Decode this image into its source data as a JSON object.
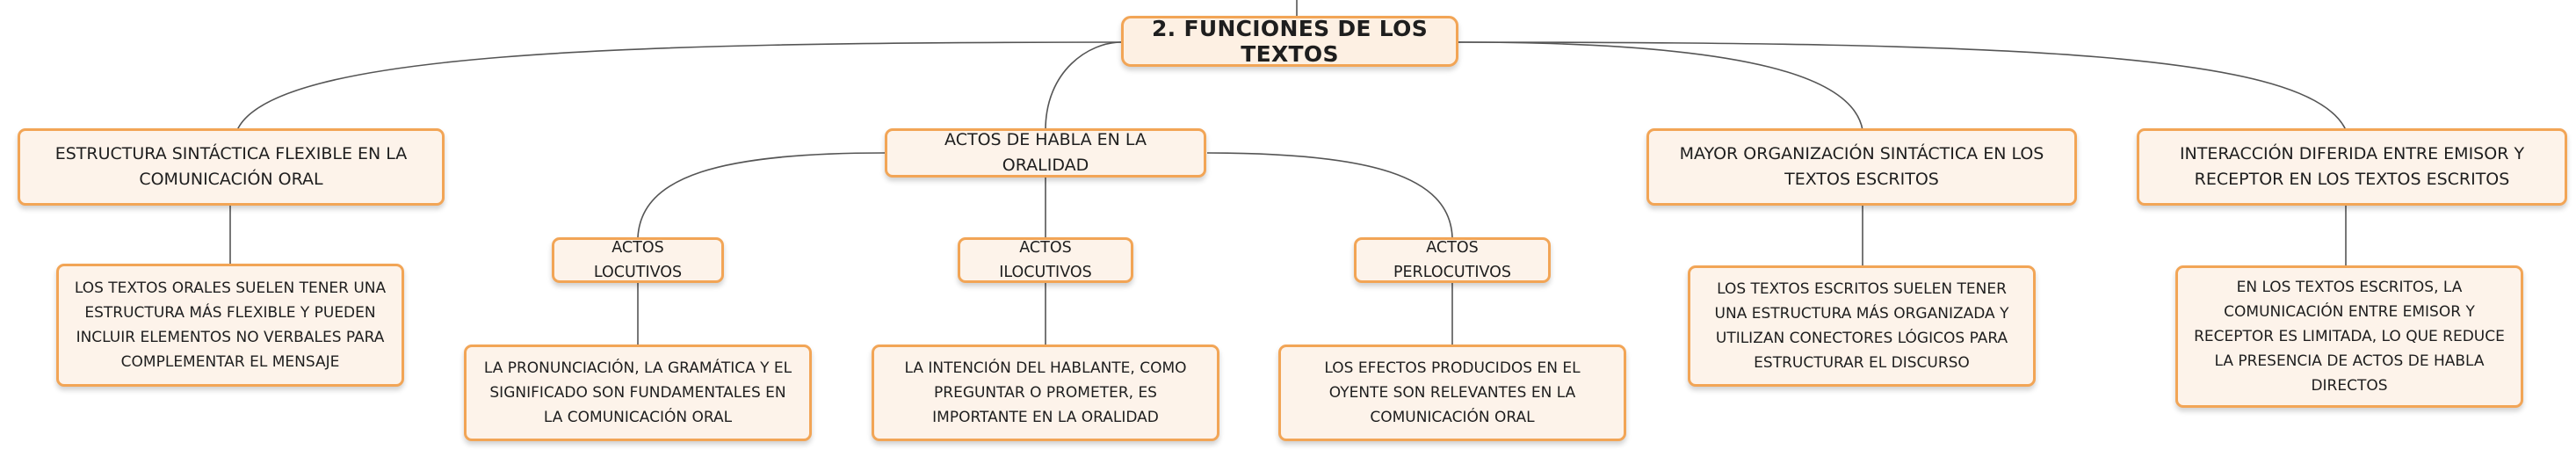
{
  "map": {
    "root": "2. FUNCIONES DE LOS TEXTOS",
    "branches": [
      {
        "label": "ESTRUCTURA SINTÁCTICA FLEXIBLE EN LA COMUNICACIÓN ORAL",
        "detail": "LOS TEXTOS ORALES SUELEN TENER UNA ESTRUCTURA MÁS FLEXIBLE Y PUEDEN INCLUIR ELEMENTOS NO VERBALES PARA COMPLEMENTAR EL MENSAJE"
      },
      {
        "label": "ACTOS DE HABLA EN LA ORALIDAD",
        "children": [
          {
            "label": "ACTOS LOCUTIVOS",
            "detail": "LA PRONUNCIACIÓN, LA GRAMÁTICA Y EL SIGNIFICADO SON FUNDAMENTALES EN LA COMUNICACIÓN ORAL"
          },
          {
            "label": "ACTOS ILOCUTIVOS",
            "detail": "LA INTENCIÓN DEL HABLANTE, COMO PREGUNTAR O PROMETER, ES IMPORTANTE EN LA ORALIDAD"
          },
          {
            "label": "ACTOS PERLOCUTIVOS",
            "detail": "LOS EFECTOS PRODUCIDOS EN EL OYENTE SON RELEVANTES EN LA COMUNICACIÓN ORAL"
          }
        ]
      },
      {
        "label": "MAYOR ORGANIZACIÓN SINTÁCTICA EN LOS TEXTOS ESCRITOS",
        "detail": "LOS TEXTOS ESCRITOS SUELEN TENER UNA ESTRUCTURA MÁS ORGANIZADA Y UTILIZAN CONECTORES LÓGICOS PARA ESTRUCTURAR EL DISCURSO"
      },
      {
        "label": "INTERACCIÓN DIFERIDA ENTRE EMISOR Y RECEPTOR EN LOS TEXTOS ESCRITOS",
        "detail": "EN LOS TEXTOS ESCRITOS, LA COMUNICACIÓN ENTRE EMISOR Y RECEPTOR ES LIMITADA, LO QUE REDUCE LA PRESENCIA DE ACTOS DE HABLA DIRECTOS"
      }
    ]
  },
  "colors": {
    "node_border": "#f2a556",
    "node_fill": "#fdf3ea",
    "connector": "#555555"
  }
}
